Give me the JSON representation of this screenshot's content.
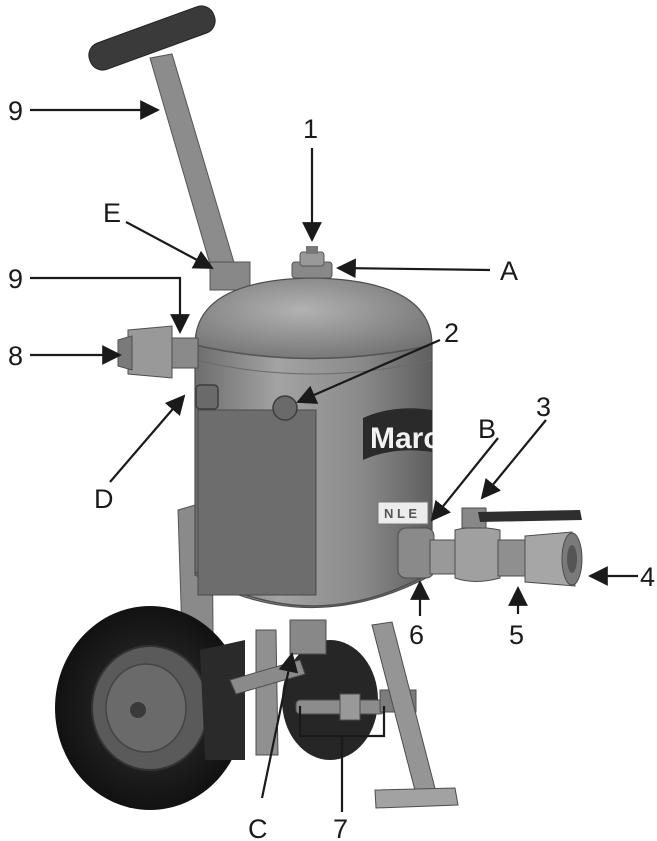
{
  "brand_logo_text": "Marco",
  "tank_label_text": "N L E",
  "callouts": [
    {
      "id": "1",
      "text": "1"
    },
    {
      "id": "2",
      "text": "2"
    },
    {
      "id": "3",
      "text": "3"
    },
    {
      "id": "4",
      "text": "4"
    },
    {
      "id": "5",
      "text": "5"
    },
    {
      "id": "6",
      "text": "6"
    },
    {
      "id": "7",
      "text": "7"
    },
    {
      "id": "8",
      "text": "8"
    },
    {
      "id": "9a",
      "text": "9"
    },
    {
      "id": "9b",
      "text": "9"
    },
    {
      "id": "A",
      "text": "A"
    },
    {
      "id": "B",
      "text": "B"
    },
    {
      "id": "C",
      "text": "C"
    },
    {
      "id": "D",
      "text": "D"
    },
    {
      "id": "E",
      "text": "E"
    }
  ],
  "colors": {
    "body": "#8a8a8a",
    "body_dark": "#6e6e6e",
    "body_light": "#a9a9a9",
    "tire": "#222222",
    "handle_grip": "#3a3a3a",
    "line": "#1a1a1a"
  }
}
